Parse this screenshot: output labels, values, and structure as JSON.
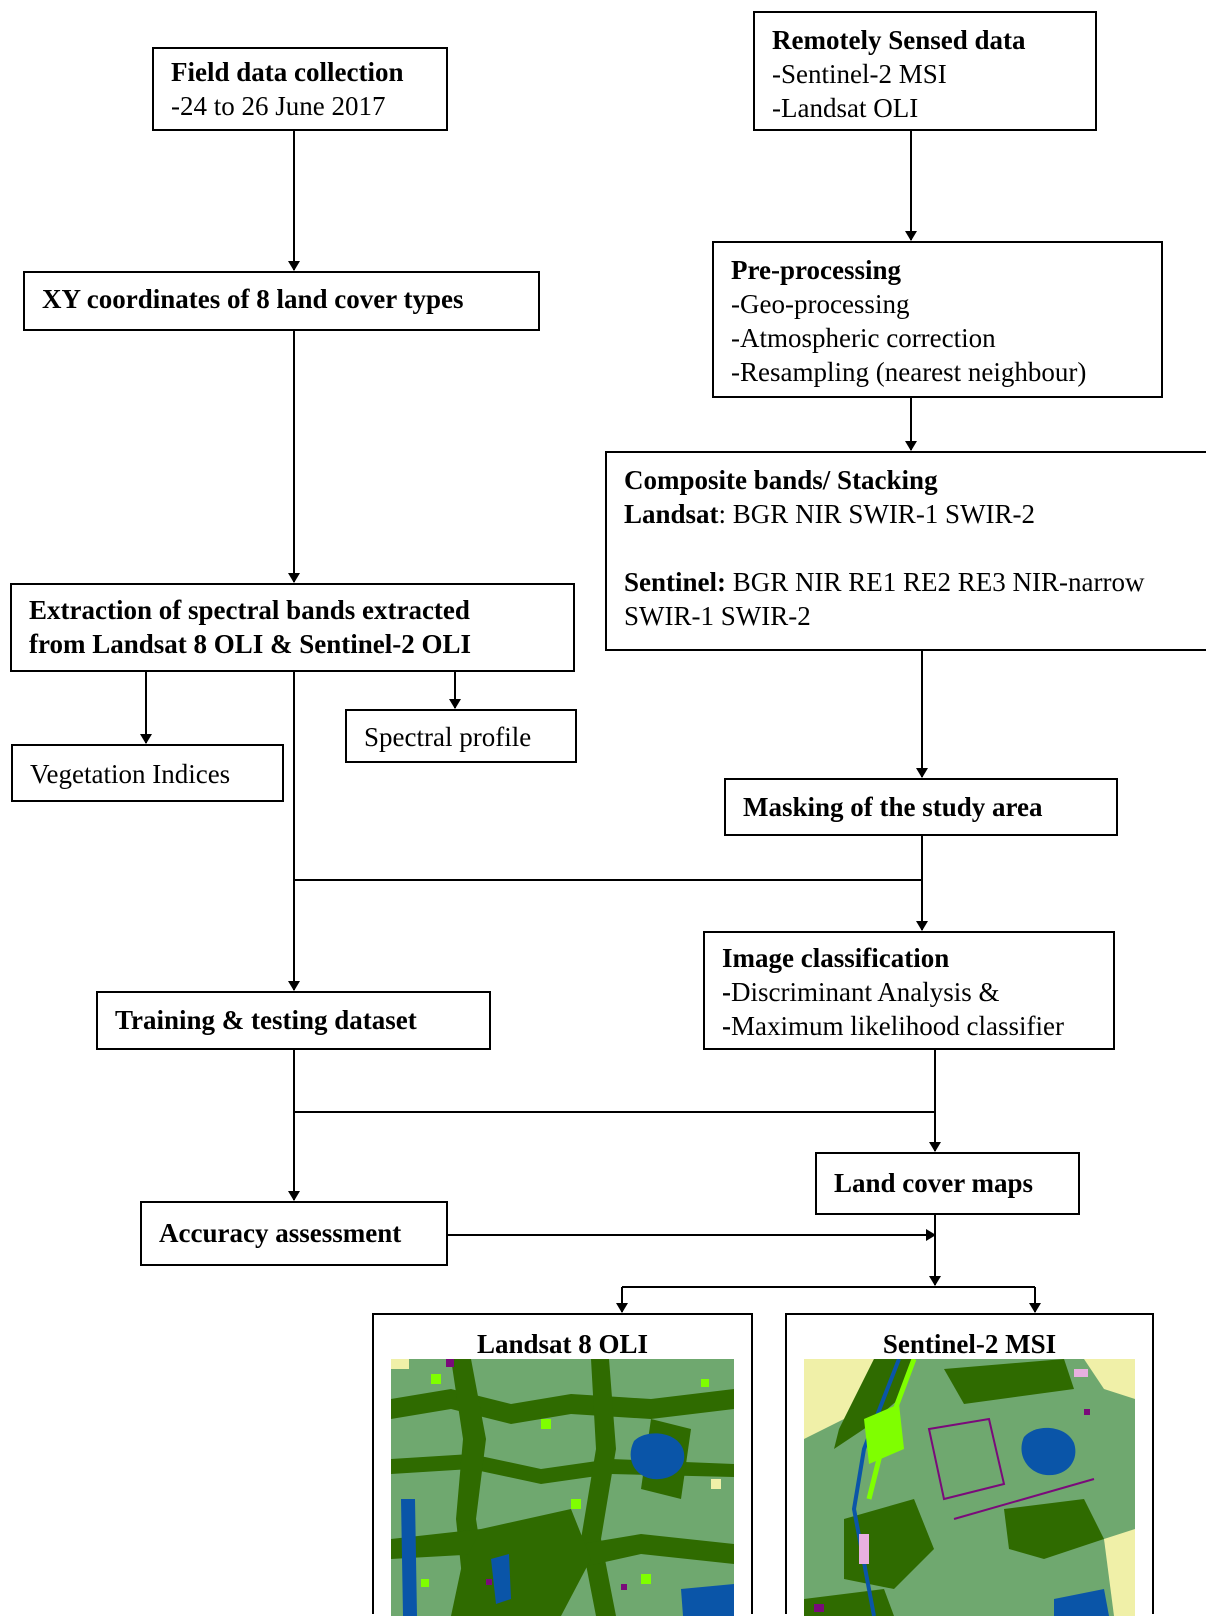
{
  "field": {
    "title": "Field data collection",
    "line1": "-24 to 26 June 2017"
  },
  "remote": {
    "title": "Remotely Sensed data",
    "line1": "-Sentinel-2 MSI",
    "line2": "-Landsat OLI"
  },
  "xy": {
    "title": "XY coordinates of 8 land cover types"
  },
  "pre": {
    "title": "Pre-processing",
    "line1": "-Geo-processing",
    "line2": "-Atmospheric correction",
    "line3": "-Resampling (nearest neighbour)"
  },
  "composite": {
    "title": "Composite bands/ Stacking",
    "landsat_label": "Landsat",
    "landsat_bands": ": BGR NIR SWIR-1 SWIR-2",
    "sentinel_label": "Sentinel:",
    "sentinel_bands": " BGR NIR RE1 RE2 RE3 NIR-narrow",
    "sentinel_bands2": "SWIR-1 SWIR-2"
  },
  "extraction": {
    "line1": "Extraction of spectral bands extracted",
    "line2": "from Landsat 8 OLI & Sentinel-2 OLI"
  },
  "spectral": {
    "label": "Spectral profile"
  },
  "vegetation": {
    "label": "Vegetation Indices"
  },
  "masking": {
    "label": "Masking of the study area"
  },
  "classification": {
    "title": "Image classification",
    "dash1": "-",
    "line1": "Discriminant Analysis &",
    "dash2": "-",
    "line2": "Maximum likelihood classifier"
  },
  "training": {
    "label": "Training & testing dataset"
  },
  "landcover": {
    "label": "Land cover maps"
  },
  "accuracy": {
    "label": "Accuracy assessment"
  },
  "maps": {
    "landsat_title": "Landsat 8 OLI",
    "sentinel_title": "Sentinel-2 MSI"
  },
  "colors": {
    "grassland": "#6fa86f",
    "forest": "#2f6b00",
    "water": "#0a55a8",
    "bright_green": "#7fff00",
    "purple": "#7a0a7a",
    "pale_yellow": "#f0f0a8",
    "pink": "#e8b0e0"
  }
}
